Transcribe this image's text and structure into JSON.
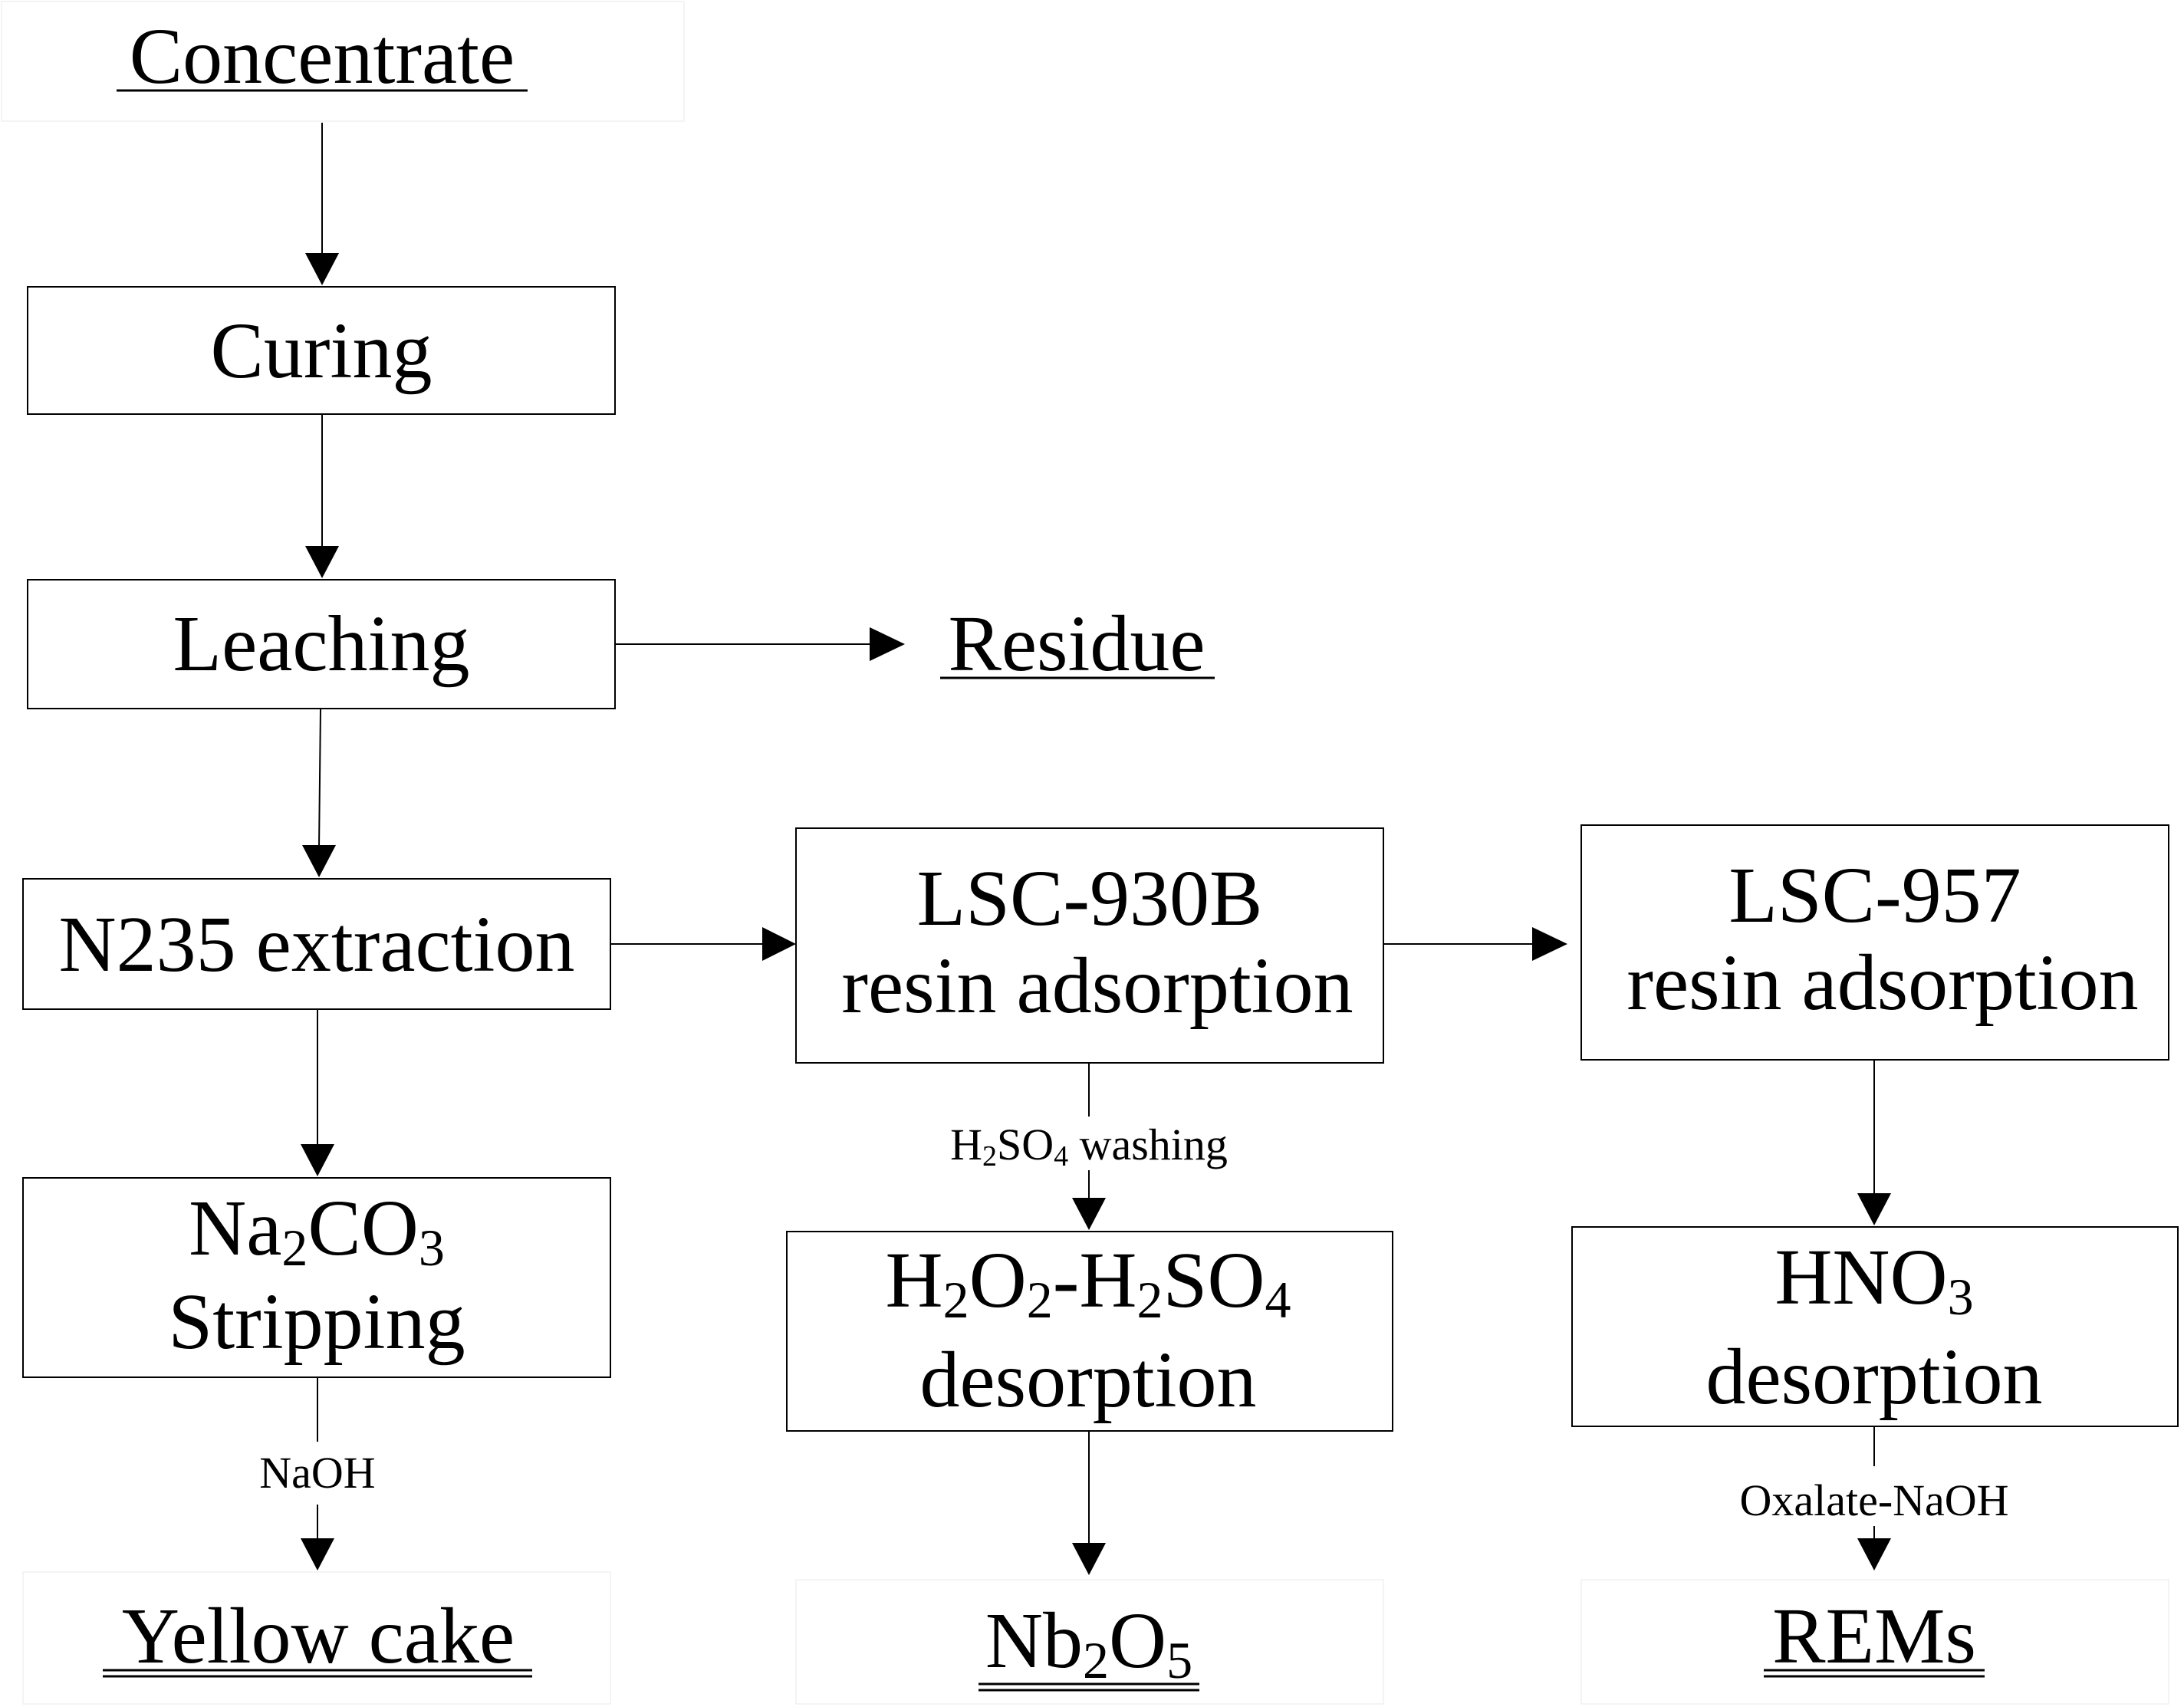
{
  "terminals": {
    "concentrate": "Concentrate",
    "residue": "Residue",
    "yellow_cake": "Yellow cake",
    "nb2o5": {
      "a": "Nb",
      "b": "2",
      "c": "O",
      "d": "5"
    },
    "rems": "REMs"
  },
  "steps": {
    "curing": "Curing",
    "leaching": "Leaching",
    "n235": "N235 extraction",
    "lsc930b": {
      "line1": "LSC-930B",
      "line2": "resin adsorption"
    },
    "lsc957": {
      "line1": "LSC-957",
      "line2": "resin adsorption"
    },
    "na2co3": {
      "a": "Na",
      "b": "2",
      "c": "CO",
      "d": "3",
      "line2": "Stripping"
    },
    "h2o2": {
      "a": "H",
      "b": "2",
      "c": "O",
      "d": "2",
      "e": "-H",
      "f": "2",
      "g": "SO",
      "h": "4",
      "line2": "desorption"
    },
    "hno3": {
      "a": "HNO",
      "b": "3",
      "line2": "desorption"
    }
  },
  "reagents": {
    "naoh": "NaOH",
    "h2so4": {
      "a": "H",
      "b": "2",
      "c": "SO",
      "d": "4",
      "e": " washing"
    },
    "oxalate": "Oxalate-NaOH"
  }
}
